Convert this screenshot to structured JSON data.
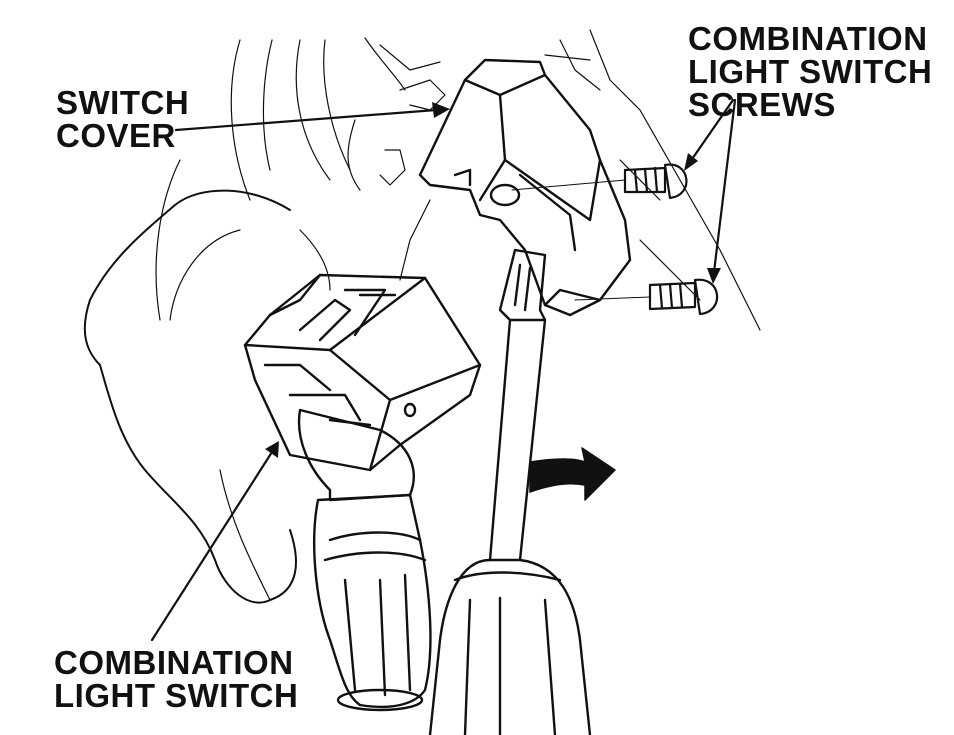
{
  "labels": {
    "switch_cover": [
      "SWITCH",
      "COVER"
    ],
    "screws": [
      "COMBINATION",
      "LIGHT SWITCH",
      "SCREWS"
    ],
    "light_switch": [
      "COMBINATION",
      "LIGHT SWITCH"
    ]
  },
  "colors": {
    "ink": "#111111",
    "paper": "#ffffff"
  }
}
